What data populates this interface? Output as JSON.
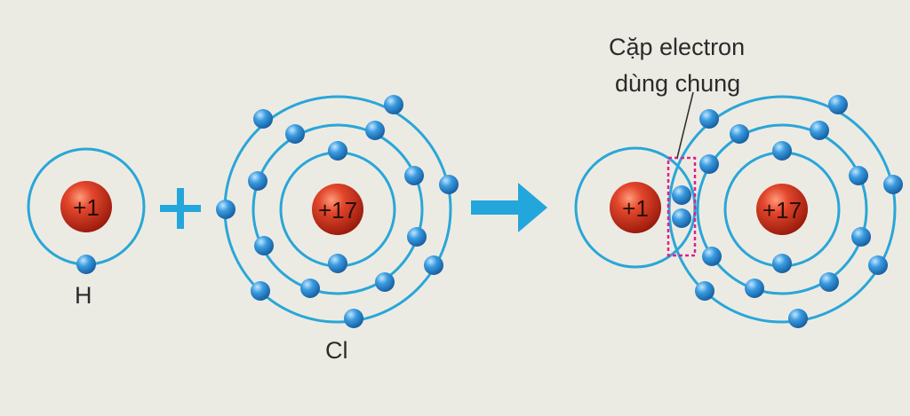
{
  "labels": {
    "hydrogen": "H",
    "chlorine": "Cl",
    "shared_pair_line1": "Cặp electron",
    "shared_pair_line2": "dùng chung"
  },
  "nuclei": {
    "h_charge": "+1",
    "cl_charge": "+17",
    "product_h_charge": "+1",
    "product_cl_charge": "+17"
  },
  "operators": {
    "plus": "plus-icon",
    "arrow": "arrow-right-icon"
  },
  "colors": {
    "background": "#ecebe3",
    "orbit": "#2aa6d8",
    "electron": "#1f82c8",
    "nucleus": "#d43a22",
    "operator": "#23a6dc",
    "highlight_box": "#e0208f"
  }
}
